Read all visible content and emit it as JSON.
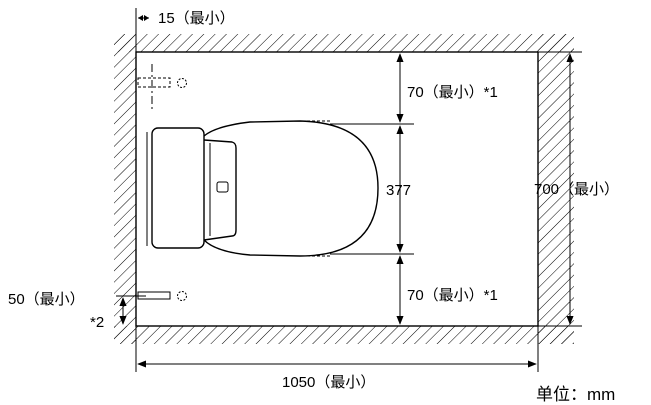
{
  "labels": {
    "clearance_left": "15（最小）",
    "clearance_top": "70（最小）*1",
    "seat_width": "377",
    "clearance_bottom": "70（最小）*1",
    "room_depth": "700（最小）",
    "pipe_height": "50（最小）",
    "note_2": "*2",
    "room_width": "1050（最小）",
    "unit": "单位：mm"
  },
  "colors": {
    "line": "#000000",
    "background": "#ffffff"
  }
}
